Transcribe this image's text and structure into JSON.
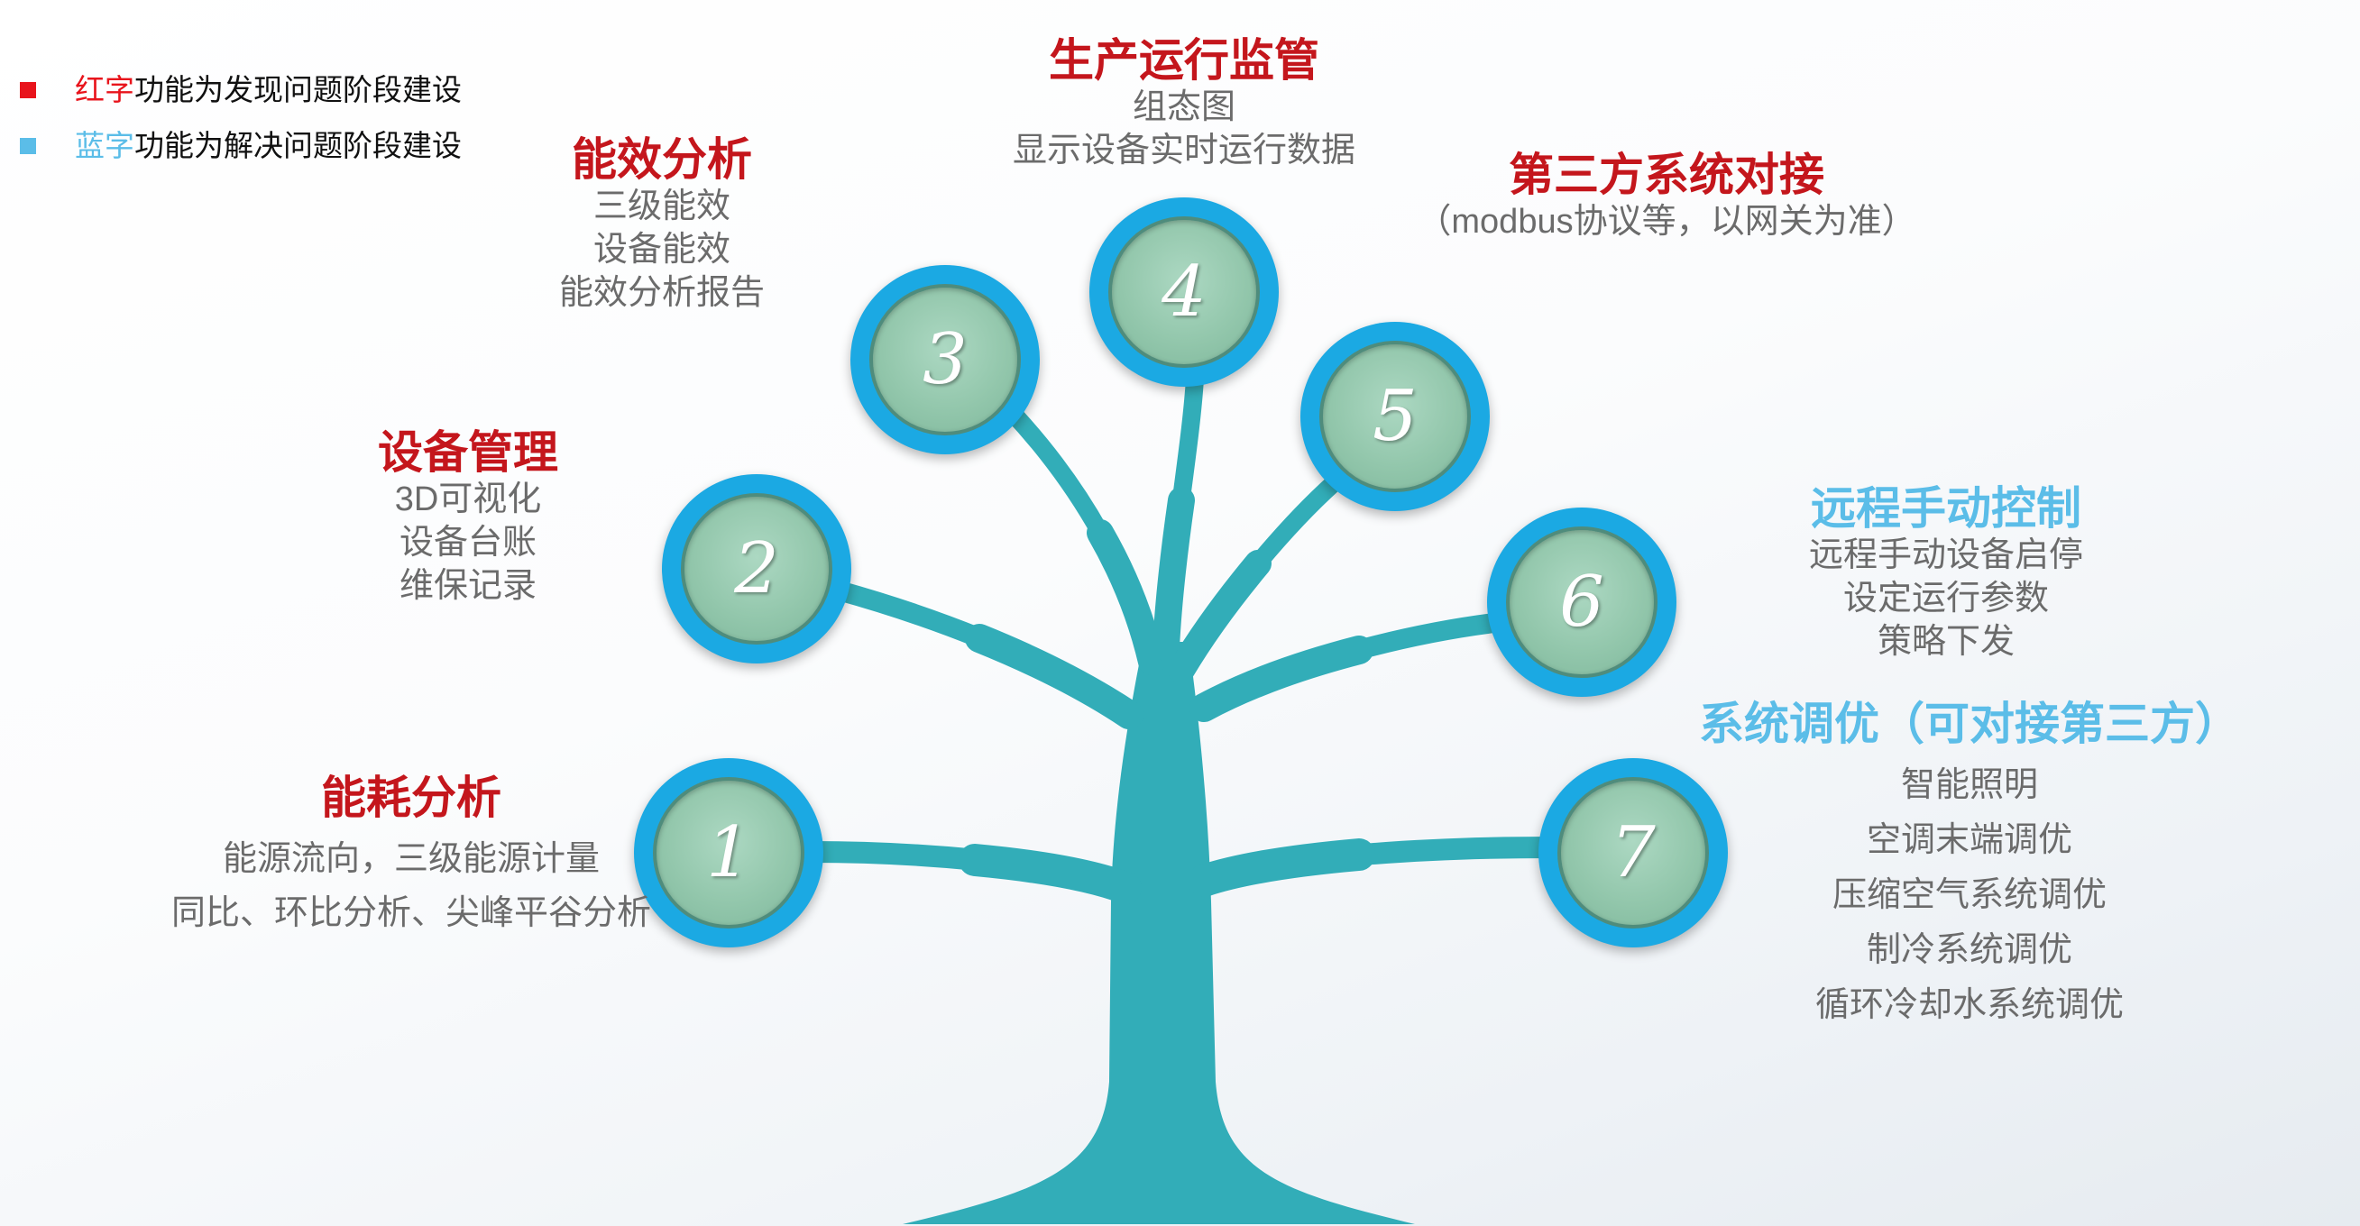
{
  "legend": [
    {
      "highlight": "红字",
      "text": "功能为发现问题阶段建设",
      "color": "#e8141c"
    },
    {
      "highlight": "蓝字",
      "text": "功能为解决问题阶段建设",
      "color": "#5bbde8"
    }
  ],
  "nodes": [
    {
      "number": "1",
      "title": "能耗分析",
      "title_color": "#c4161c",
      "lines": [
        "能源流向，三级能源计量",
        "同比、环比分析、尖峰平谷分析"
      ]
    },
    {
      "number": "2",
      "title": "设备管理",
      "title_color": "#c4161c",
      "lines": [
        "3D可视化",
        "设备台账",
        "维保记录"
      ]
    },
    {
      "number": "3",
      "title": "能效分析",
      "title_color": "#c4161c",
      "lines": [
        "三级能效",
        "设备能效",
        "能效分析报告"
      ]
    },
    {
      "number": "4",
      "title": "生产运行监管",
      "title_color": "#c4161c",
      "lines": [
        "组态图",
        "显示设备实时运行数据"
      ]
    },
    {
      "number": "5",
      "title": "第三方系统对接",
      "title_color": "#c4161c",
      "lines": [
        "（modbus协议等，以网关为准）"
      ]
    },
    {
      "number": "6",
      "title": "远程手动控制",
      "title_color": "#5bbde8",
      "lines": [
        "远程手动设备启停",
        "设定运行参数",
        "策略下发"
      ]
    },
    {
      "number": "7",
      "title": "系统调优（可对接第三方）",
      "title_color": "#5bbde8",
      "lines": [
        "智能照明",
        "空调末端调优",
        "压缩空气系统调优",
        "制冷系统调优",
        "循环冷却水系统调优"
      ]
    }
  ],
  "colors": {
    "tree": "#32adb8",
    "ring": "#1ba9e3",
    "text_gray": "#6b6b6b"
  }
}
